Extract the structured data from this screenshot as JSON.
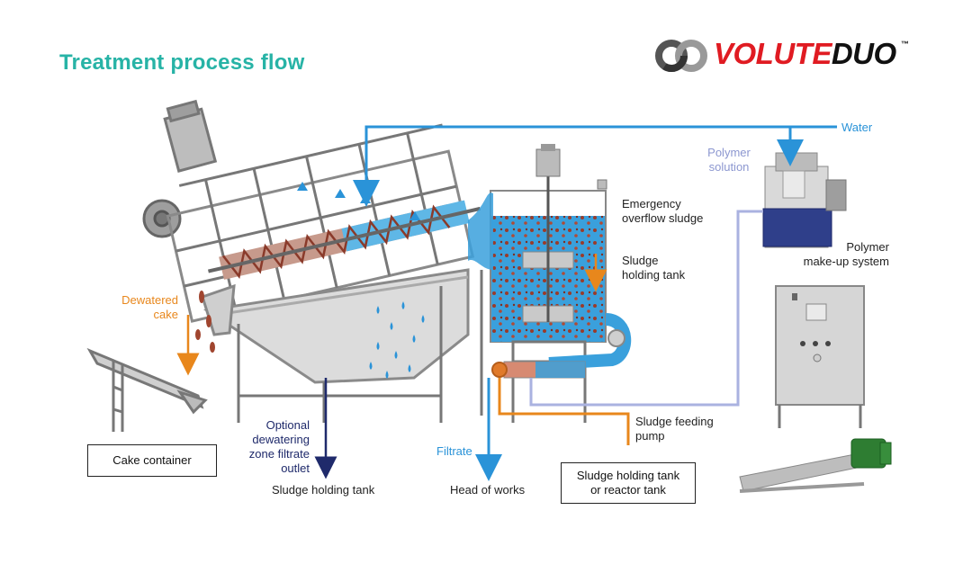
{
  "title": "Treatment process flow",
  "logo": {
    "word_a": "VOLUTE",
    "word_b": "DUO",
    "tm": "™",
    "colors": {
      "red": "#e01b22",
      "black": "#111111"
    }
  },
  "labels": {
    "water": "Water",
    "polymer_solution": [
      "Polymer",
      "solution"
    ],
    "emergency_overflow": [
      "Emergency",
      "overflow sludge"
    ],
    "sludge_holding_tank_1": [
      "Sludge",
      "holding tank"
    ],
    "polymer_makeup": [
      "Polymer",
      "make-up system"
    ],
    "dewatered_cake": [
      "Dewatered",
      "cake"
    ],
    "optional_outlet": [
      "Optional",
      "dewatering",
      "zone filtrate",
      "outlet"
    ],
    "filtrate": "Filtrate",
    "sludge_feeding_pump": [
      "Sludge feeding",
      "pump"
    ],
    "sludge_holding_tank_2": "Sludge holding tank",
    "head_of_works": "Head of works"
  },
  "boxes": {
    "cake_container": "Cake container",
    "reactor_tank": [
      "Sludge holding tank",
      "or reactor tank"
    ]
  },
  "colors": {
    "teal_title": "#27b3a6",
    "water_blue": "#2a93d8",
    "orange": "#e8871c",
    "navy": "#1f2a6b",
    "lavender": "#8c97d0",
    "sludge_brown": "#8a3a2a",
    "tank_blue": "#3aa0dc"
  }
}
